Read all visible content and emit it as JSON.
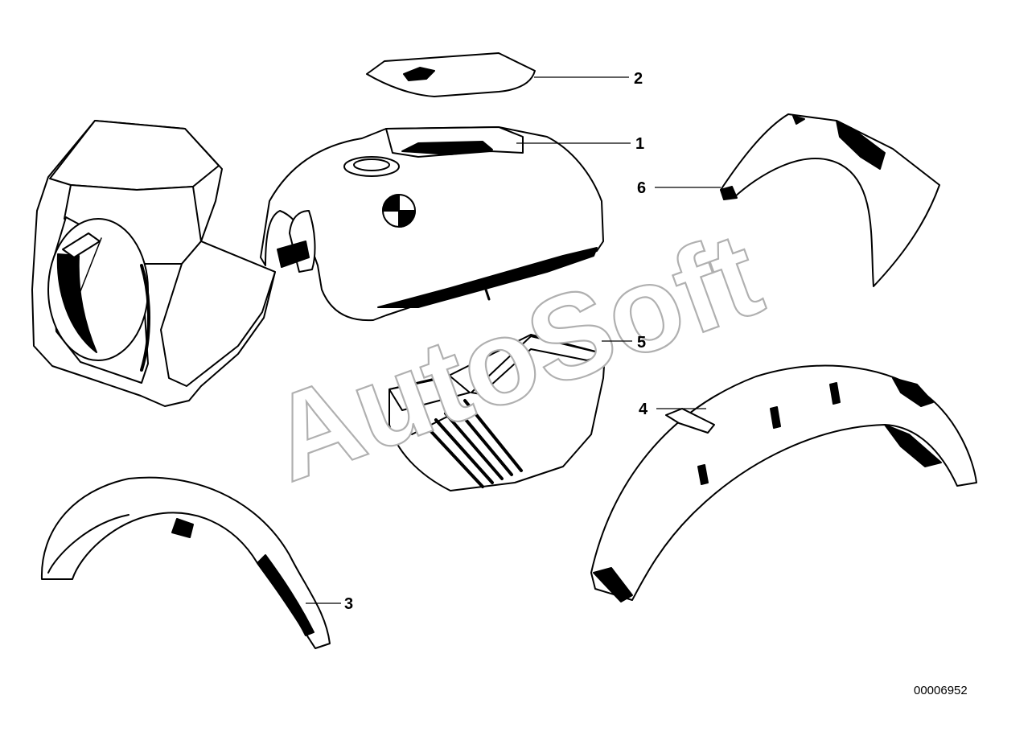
{
  "colors": {
    "line": "#000000",
    "paper": "#ffffff",
    "watermark_outline": "#b0b0b0"
  },
  "callouts": {
    "c1": "1",
    "c2": "2",
    "c3": "3",
    "c4": "4",
    "c5": "5",
    "c6": "6"
  },
  "diagram_code": "00006952",
  "watermark": "AutoSoft"
}
